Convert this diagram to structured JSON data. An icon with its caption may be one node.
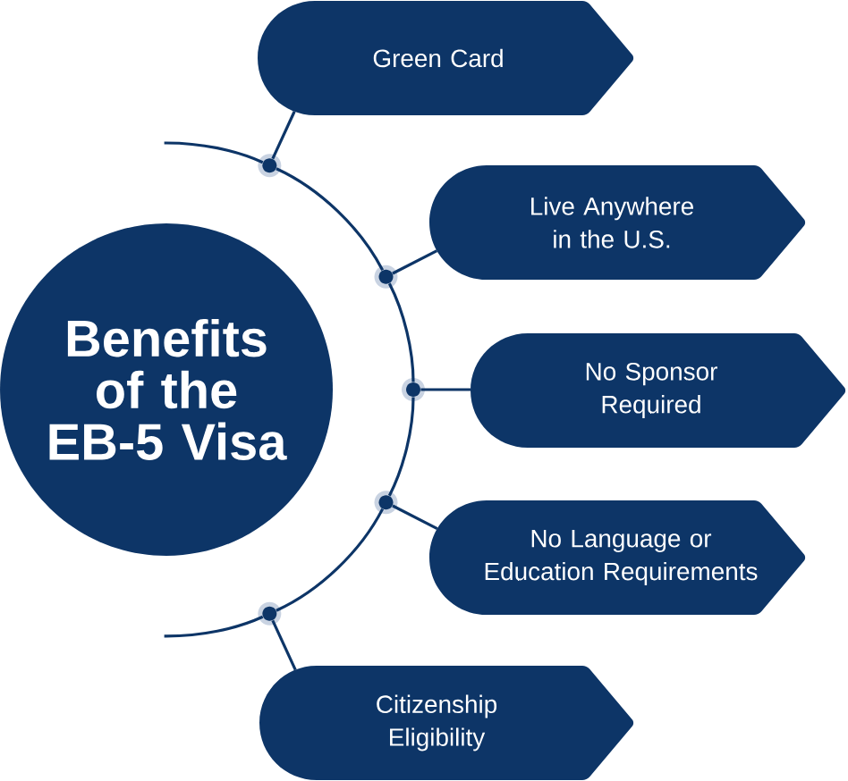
{
  "diagram": {
    "nodes": [
      {
        "text": [
          "Benefits of the EB-5 Visa"
        ]
      },
      {
        "text": [
          "Green Card"
        ]
      },
      {
        "text": [
          "Live Anywhere in the U.S."
        ]
      },
      {
        "text": [
          "No Sponsor Required"
        ]
      },
      {
        "text": [
          "No Language or Education Requirements"
        ]
      },
      {
        "text": [
          "Citizenship Eligibility"
        ]
      },
      {
        "text": [],
        "shape": "circle"
      },
      {
        "text": [],
        "shape": "circle"
      },
      {
        "text": [],
        "shape": "circle"
      },
      {
        "text": [],
        "shape": "circle"
      },
      {
        "text": [],
        "shape": "circle"
      }
    ],
    "edges": [
      {
        "from": 6,
        "to": 1,
        "arrow": "none"
      },
      {
        "from": 7,
        "to": 2,
        "arrow": "none"
      },
      {
        "from": 8,
        "to": 3,
        "arrow": "none"
      },
      {
        "from": 9,
        "to": 4,
        "arrow": "none"
      },
      {
        "from": 10,
        "to": 5,
        "arrow": "none"
      },
      {
        "from": null,
        "to": 6,
        "arrow": "none"
      },
      {
        "from": 6,
        "to": 7,
        "arrow": "none"
      },
      {
        "from": 7,
        "to": 8,
        "arrow": "none"
      },
      {
        "from": 8,
        "to": 9,
        "arrow": "none"
      },
      {
        "from": 9,
        "to": 10,
        "arrow": "none"
      },
      {
        "from": 10,
        "to": null,
        "arrow": "none"
      }
    ]
  }
}
